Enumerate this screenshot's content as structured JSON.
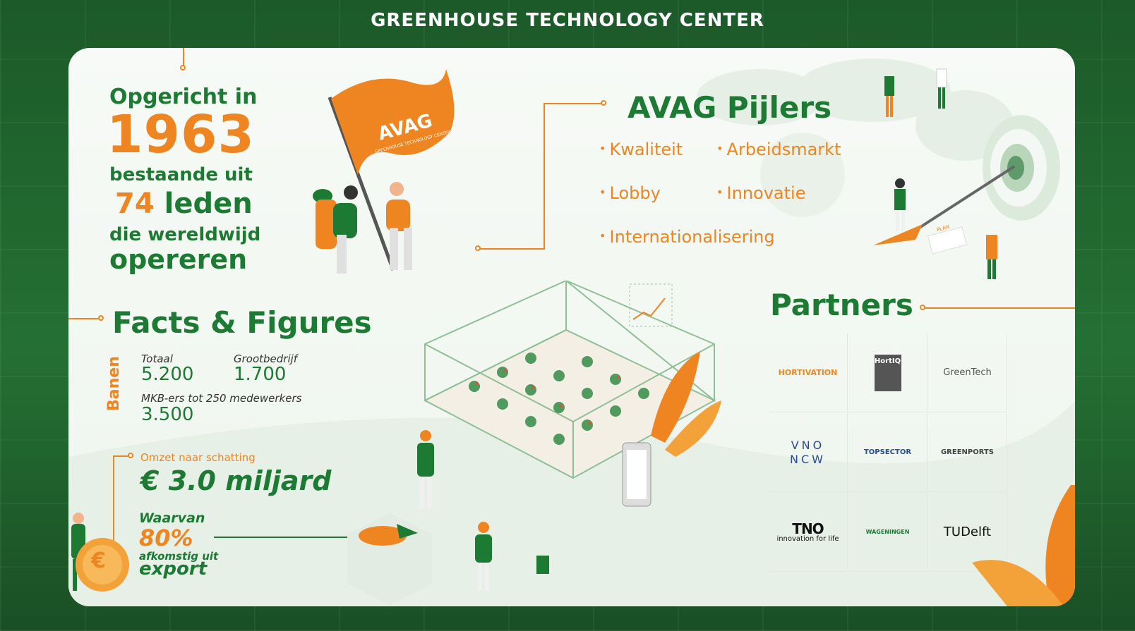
{
  "header": {
    "title": "GREENHOUSE TECHNOLOGY CENTER"
  },
  "founded": {
    "line1": "Opgericht in",
    "year": "1963",
    "line2": "bestaande uit",
    "members_number": "74",
    "members_word": "leden",
    "line3": "die wereldwijd",
    "line4": "opereren"
  },
  "flag": {
    "text": "AVAG",
    "subtext": "GREENHOUSE TECHNOLOGY CENTER"
  },
  "pillars": {
    "title": "AVAG Pijlers",
    "items": [
      "Kwaliteit",
      "Arbeidsmarkt",
      "Lobby",
      "Innovatie",
      "Internationalisering"
    ]
  },
  "facts": {
    "title": "Facts & Figures",
    "jobs_label": "Banen",
    "total_label": "Totaal",
    "total_value": "5.200",
    "large_label": "Grootbedrijf",
    "large_value": "1.700",
    "sme_label": "MKB-ers tot 250 medewerkers",
    "sme_value": "3.500",
    "revenue_label": "Omzet naar schatting",
    "revenue_value": "€ 3.0 miljard",
    "export_line1": "Waarvan",
    "export_percent": "80%",
    "export_line2": "afkomstig uit",
    "export_line3": "export"
  },
  "plan_label": "PLAN",
  "coin_symbol": "€",
  "partners": {
    "title": "Partners",
    "logos": [
      {
        "name": "HORTIVATION",
        "sub": ""
      },
      {
        "name": "HortIQ",
        "sub": ""
      },
      {
        "name": "GreenTech",
        "sub": ""
      },
      {
        "name": "VNO",
        "sub": "NCW"
      },
      {
        "name": "TOPSECTOR",
        "sub": ""
      },
      {
        "name": "GREENPORTS",
        "sub": ""
      },
      {
        "name": "TNO",
        "sub": "innovation for life"
      },
      {
        "name": "WAGENINGEN",
        "sub": ""
      },
      {
        "name": "TUDelft",
        "sub": ""
      }
    ]
  },
  "colors": {
    "green": "#1d7a33",
    "orange": "#ef8521",
    "dark_green": "#1f5e2c"
  }
}
